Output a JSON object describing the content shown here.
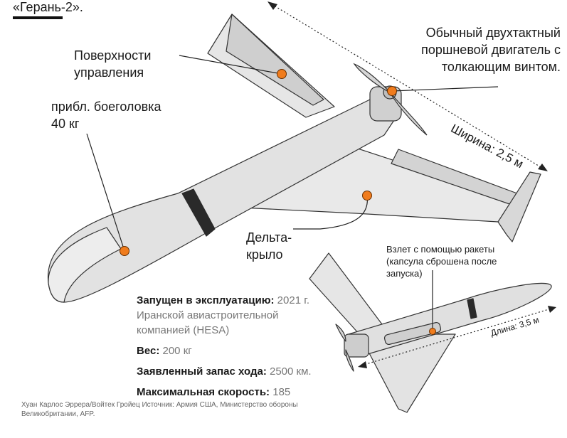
{
  "header": {
    "title_fragment": "«Герань-2»."
  },
  "labels": {
    "engine": "Обычный двухтактный поршневой двигатель с толкающим винтом.",
    "control_surfaces": "Поверхности управления",
    "warhead": "прибл. боеголовка 40 кг",
    "delta_wing": "Дельта-крыло",
    "rocket_launch": "Взлет с помощью ракеты (капсула сброшена после запуска)",
    "width": "Ширина: 2,5 м",
    "length": "Длина: 3,5 м"
  },
  "specs": [
    {
      "label": "Запущен в эксплуатацию:",
      "value": " 2021 г. Иранской авиастроительной компанией (HESA)"
    },
    {
      "label": "Вес:",
      "value": " 200 кг"
    },
    {
      "label": "Заявленный запас хода:",
      "value": " 2500 км."
    },
    {
      "label": "Максимальная скорость:",
      "value": " 185"
    }
  ],
  "credit": "Хуан Карлос Эррера/Войтек Гройец Источник: Армия США, Министерство обороны Великобритании, AFP.",
  "colors": {
    "marker": "#f07c1d",
    "airframe": "#dcdcdc",
    "outline": "#333333",
    "band": "#2a2a2a"
  }
}
